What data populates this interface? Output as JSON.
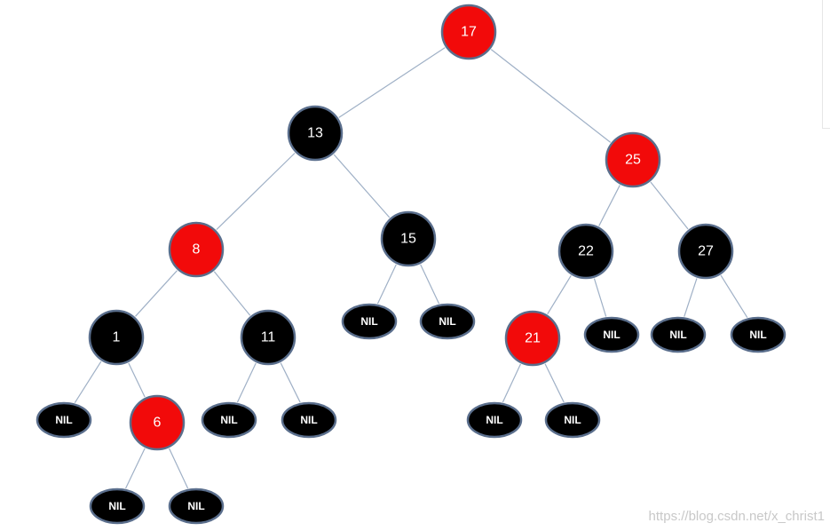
{
  "tree": {
    "nodes": [
      {
        "id": "n17",
        "label": "17",
        "color": "red"
      },
      {
        "id": "n13",
        "label": "13",
        "color": "black"
      },
      {
        "id": "n25",
        "label": "25",
        "color": "red"
      },
      {
        "id": "n8",
        "label": "8",
        "color": "red"
      },
      {
        "id": "n15",
        "label": "15",
        "color": "black"
      },
      {
        "id": "n22",
        "label": "22",
        "color": "black"
      },
      {
        "id": "n27",
        "label": "27",
        "color": "black"
      },
      {
        "id": "n1",
        "label": "1",
        "color": "black"
      },
      {
        "id": "n11",
        "label": "11",
        "color": "black"
      },
      {
        "id": "n21",
        "label": "21",
        "color": "red"
      },
      {
        "id": "n6",
        "label": "6",
        "color": "red"
      },
      {
        "id": "nil1",
        "label": "NIL",
        "color": "black",
        "nil": true
      },
      {
        "id": "nil6a",
        "label": "NIL",
        "color": "black",
        "nil": true
      },
      {
        "id": "nil6b",
        "label": "NIL",
        "color": "black",
        "nil": true
      },
      {
        "id": "nil11a",
        "label": "NIL",
        "color": "black",
        "nil": true
      },
      {
        "id": "nil11b",
        "label": "NIL",
        "color": "black",
        "nil": true
      },
      {
        "id": "nil15a",
        "label": "NIL",
        "color": "black",
        "nil": true
      },
      {
        "id": "nil15b",
        "label": "NIL",
        "color": "black",
        "nil": true
      },
      {
        "id": "nil21a",
        "label": "NIL",
        "color": "black",
        "nil": true
      },
      {
        "id": "nil21b",
        "label": "NIL",
        "color": "black",
        "nil": true
      },
      {
        "id": "nil22",
        "label": "NIL",
        "color": "black",
        "nil": true
      },
      {
        "id": "nil27a",
        "label": "NIL",
        "color": "black",
        "nil": true
      },
      {
        "id": "nil27b",
        "label": "NIL",
        "color": "black",
        "nil": true
      }
    ],
    "edges": [
      [
        "n17",
        "n13"
      ],
      [
        "n17",
        "n25"
      ],
      [
        "n13",
        "n8"
      ],
      [
        "n13",
        "n15"
      ],
      [
        "n25",
        "n22"
      ],
      [
        "n25",
        "n27"
      ],
      [
        "n8",
        "n1"
      ],
      [
        "n8",
        "n11"
      ],
      [
        "n15",
        "nil15a"
      ],
      [
        "n15",
        "nil15b"
      ],
      [
        "n22",
        "n21"
      ],
      [
        "n22",
        "nil22"
      ],
      [
        "n27",
        "nil27a"
      ],
      [
        "n27",
        "nil27b"
      ],
      [
        "n1",
        "nil1"
      ],
      [
        "n1",
        "n6"
      ],
      [
        "n11",
        "nil11a"
      ],
      [
        "n11",
        "nil11b"
      ],
      [
        "n21",
        "nil21a"
      ],
      [
        "n21",
        "nil21b"
      ],
      [
        "n6",
        "nil6a"
      ],
      [
        "n6",
        "nil6b"
      ]
    ]
  },
  "colors": {
    "red": "#f20a0a",
    "black": "#000000",
    "node_border": "#5a6e8c",
    "edge": "#9fb0c6",
    "node_text": "#ffffff"
  },
  "watermark": "https://blog.csdn.net/x_christ1"
}
